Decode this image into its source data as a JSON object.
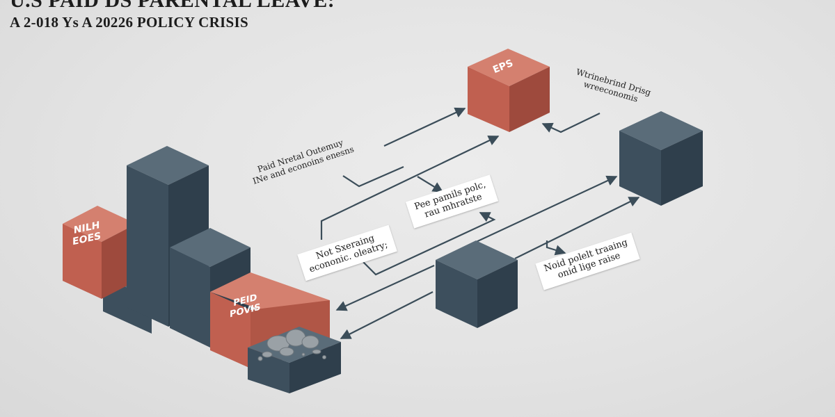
{
  "title": {
    "line1": "U.S PAID DS PARENTAL LEAVE:",
    "line2": "A 2-018 Ys A 20226 POLICY CRISIS"
  },
  "blocks": {
    "red_left_line1": "NILH",
    "red_left_line2": "EOES",
    "red_front_line1": "PEID",
    "red_front_line2": "POVIS",
    "red_top_label": "EPS"
  },
  "labels": {
    "top_right_line1": "Wtrinebrind Drisg",
    "top_right_line2": "wreeconomis",
    "center_left_line1": "Paid Nretal Outemuy",
    "center_left_line2": "INe and econoins enesns",
    "card_mid_line1": "Pee pamils polc,",
    "card_mid_line2": "rau mhratste",
    "card_left_line1": "Not Sxeraing",
    "card_left_line2": "econonic. oleatry;",
    "card_right_line1": "Noid polelt traaing",
    "card_right_line2": "onid lige raise"
  },
  "colors": {
    "slate_front": "#3d4f5d",
    "slate_side": "#2f3f4c",
    "slate_top": "#5a6c79",
    "red_front": "#c06050",
    "red_side": "#9e4a3d",
    "red_top": "#d4806f",
    "line": "#3b4d59"
  }
}
